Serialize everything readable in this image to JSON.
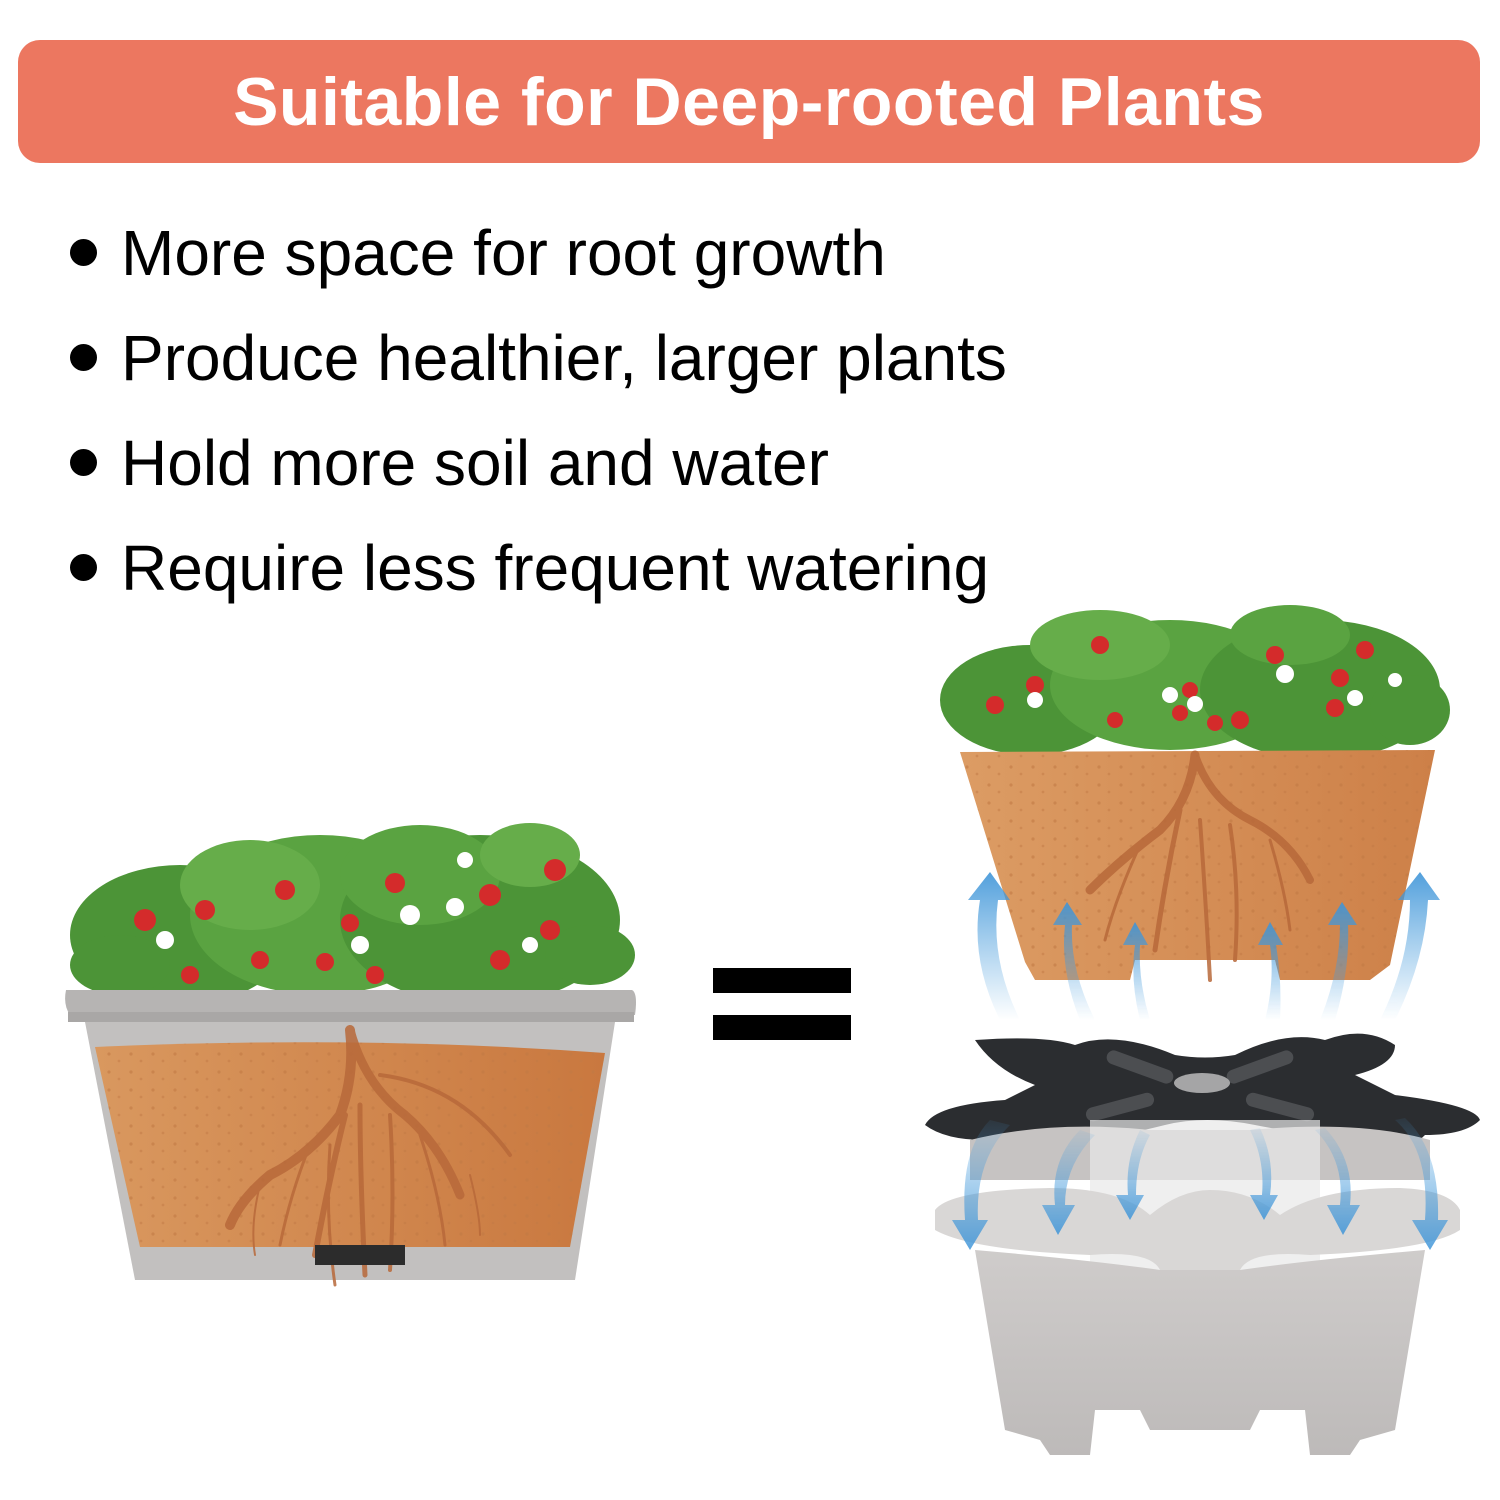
{
  "banner": {
    "title": "Suitable for Deep-rooted Plants",
    "background_color": "#ec7760",
    "text_color": "#ffffff"
  },
  "features": [
    {
      "text": "More space for root growth"
    },
    {
      "text": "Produce healthier, larger plants"
    },
    {
      "text": "Hold more soil and water"
    },
    {
      "text": "Require less frequent watering"
    }
  ],
  "illustrations": {
    "left": {
      "description": "Grey stackable planter with strawberry plants and visible roots in terracotta soil",
      "icon": "planter-with-roots-icon"
    },
    "operator": {
      "symbol": "=",
      "icon": "equals-icon"
    },
    "right": {
      "top": {
        "description": "Terracotta soil block with strawberry plants and roots, blue airflow arrows pointing up",
        "icon": "soil-block-with-roots-icon"
      },
      "middle": {
        "description": "Black cross-shaped separator plate",
        "icon": "separator-plate-icon"
      },
      "bottom": {
        "description": "Grey four-lobed planter base with blue water-flow arrows pointing down",
        "icon": "planter-base-icon"
      }
    }
  },
  "colors": {
    "soil": "#d08a55",
    "roots": "#b86a3a",
    "pot_grey": "#b9b6b4",
    "leaf_green": "#4f9a3a",
    "berry_red": "#d42b2b",
    "arrow_blue": "#4a9fde",
    "plate_black": "#2a2c2e"
  }
}
